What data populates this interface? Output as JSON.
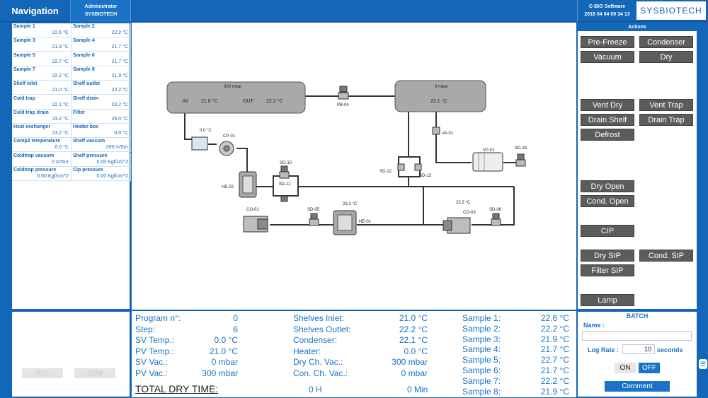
{
  "header": {
    "nav_label": "Navigation",
    "user_role": "Administrator",
    "user_name": "SYSBIOTECH",
    "software": "C-BIO Software",
    "datetime": "2018 04 04 09 34 13",
    "logo": "SYSBIOTECH"
  },
  "sensors": [
    {
      "label": "Sample 1",
      "value": "22.6 °C"
    },
    {
      "label": "Sample 2",
      "value": "22.2 °C"
    },
    {
      "label": "Sample 3",
      "value": "21.9 °C"
    },
    {
      "label": "Sample 4",
      "value": "21.7 °C"
    },
    {
      "label": "Sample 5",
      "value": "22.7 °C"
    },
    {
      "label": "Sample 6",
      "value": "21.7 °C"
    },
    {
      "label": "Sample 7",
      "value": "22.2 °C"
    },
    {
      "label": "Sample 8",
      "value": "21.9 °C"
    },
    {
      "label": "Shelf inlet",
      "value": "21.0 °C"
    },
    {
      "label": "Shelf outlet",
      "value": "22.2 °C"
    },
    {
      "label": "Cold trap",
      "value": "22.1 °C"
    },
    {
      "label": "Shelf drain",
      "value": "20.2 °C"
    },
    {
      "label": "Cold trap drain",
      "value": "23.2 °C"
    },
    {
      "label": "Filter",
      "value": "26.0 °C"
    },
    {
      "label": "Heat exchanger",
      "value": "23.2 °C"
    },
    {
      "label": "Heater box",
      "value": "0.0 °C"
    },
    {
      "label": "Comp2 temperature",
      "value": "0.0 °C"
    },
    {
      "label": "Shelf vaccum",
      "value": "299 mTorr"
    },
    {
      "label": "Coldtrap vacuum",
      "value": "0 mTorr"
    },
    {
      "label": "Shelf pressure",
      "value": "0.00 Kgf/cm^2"
    },
    {
      "label": "Coldtrap pressure",
      "value": "0.00 Kgf/cm^2"
    },
    {
      "label": "Cip pressure",
      "value": "0.00 Kgf/cm^2"
    }
  ],
  "left_buttons": {
    "plc": "PLC",
    "com": "COM"
  },
  "diagram": {
    "chamber_pressure": "300 mbar",
    "chamber_in_label": "IN:",
    "chamber_in": "21.0 °C",
    "chamber_out_label": "OUT:",
    "chamber_out": "22.2 °C",
    "condenser_pressure": "0 mbar",
    "condenser_temp": "22.1 °C",
    "pb04": "PB-04",
    "va01": "VA-01",
    "vp01": "VP-01",
    "sd10": "SD-10",
    "sd11": "SD-11",
    "sd12": "SD-12",
    "sd13": "SD-13",
    "sd05": "SD-05",
    "sd06": "SD-06",
    "sd18": "SD-18",
    "cp01": "CP-01",
    "cp01_temp": "0.0 °C",
    "he02": "HE-02",
    "he01": "HE-01",
    "he01_temp": "23.3 °C",
    "co01": "CO-01",
    "co03": "CO-03",
    "co03_temp": "23.3 °C"
  },
  "actions": {
    "title": "Actions",
    "buttons": [
      "Pre-Freeze",
      "Condenser",
      "Vacuum",
      "Dry",
      "Vent Dry",
      "Vent Trap",
      "Drain Shelf",
      "Drain Trap",
      "Defrost",
      "Dry Open",
      "Cond. Open",
      "CIP",
      "Dry SIP",
      "Cond. SIP",
      "Filter SIP",
      "Lamp"
    ]
  },
  "status": {
    "col1": [
      {
        "label": "Program n°:",
        "value": "0"
      },
      {
        "label": "Step:",
        "value": "6"
      },
      {
        "label": "SV Temp.:",
        "value": "0.0 °C"
      },
      {
        "label": "PV Temp.:",
        "value": "21.0 °C"
      },
      {
        "label": "SV Vac.:",
        "value": "0 mbar"
      },
      {
        "label": "PV Vac.:",
        "value": "300 mbar"
      }
    ],
    "col2": [
      {
        "label": "Shelves Inlet:",
        "value": "21.0 °C"
      },
      {
        "label": "Shelves Outlet:",
        "value": "22.2 °C"
      },
      {
        "label": "Condenser:",
        "value": "22.1 °C"
      },
      {
        "label": "Heater:",
        "value": "0.0 °C"
      },
      {
        "label": "Dry Ch. Vac.:",
        "value": "300 mbar"
      },
      {
        "label": "Con. Ch. Vac.:",
        "value": "0 mbar"
      }
    ],
    "col3": [
      {
        "label": "Sample 1:",
        "value": "22.6 °C"
      },
      {
        "label": "Sample 2:",
        "value": "22.2 °C"
      },
      {
        "label": "Sample 3:",
        "value": "21.9 °C"
      },
      {
        "label": "Sample 4:",
        "value": "21.7 °C"
      },
      {
        "label": "Sample 5:",
        "value": "22.7 °C"
      },
      {
        "label": "Sample 6:",
        "value": "21.7 °C"
      },
      {
        "label": "Sample 7:",
        "value": "22.2 °C"
      },
      {
        "label": "Sample 8:",
        "value": "21.9 °C"
      }
    ],
    "total_label": "TOTAL DRY TIME:",
    "hours": "0 H",
    "minutes": "0 Min"
  },
  "batch": {
    "title": "BATCH",
    "name_label": "Name :",
    "name_value": "",
    "lograte_label": "Log Rate :",
    "lograte_value": "10",
    "lograte_unit": "seconds",
    "on_label": "ON",
    "off_label": "OFF",
    "comment_label": "Comment"
  },
  "colors": {
    "frame": "#1466b8",
    "text_blue": "#1a73c7",
    "button_gray": "#5c5c5c",
    "vessel_gray": "#a9a9a9"
  }
}
